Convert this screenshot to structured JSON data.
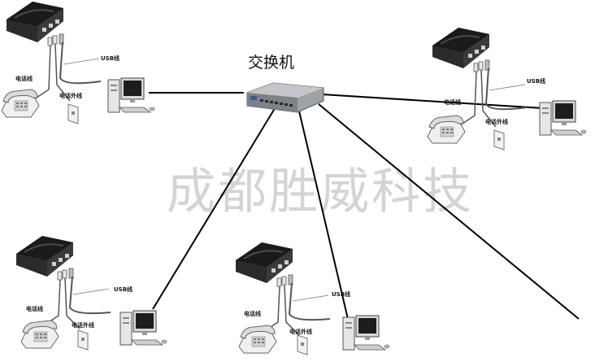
{
  "diagram": {
    "switch_label": "交换机",
    "watermark": "成都胜威科技",
    "station_labels": {
      "phone_line": "电话线",
      "usb_line": "USB线",
      "ext_line": "电话外线"
    },
    "stations": [
      {
        "id": "top-left"
      },
      {
        "id": "top-right"
      },
      {
        "id": "bottom-left"
      },
      {
        "id": "bottom-middle"
      }
    ]
  }
}
